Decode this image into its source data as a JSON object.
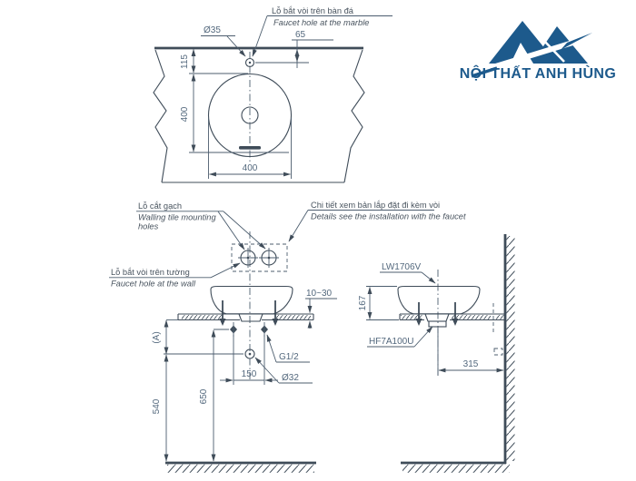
{
  "brand": {
    "name": "NỘI THẤT ANH HÙNG",
    "color": "#1d5a8c"
  },
  "drawing": {
    "top_view": {
      "note_vi": "Lỗ bắt vòi trên bàn đá",
      "note_en": "Faucet hole at the marble",
      "faucet_hole_dia": "Ø35",
      "faucet_offset": "65",
      "edge_to_rim": "115",
      "basin_depth": "400",
      "basin_width": "400"
    },
    "front_view": {
      "tile_note_vi": "Lỗ cắt gạch",
      "tile_note_en_line1": "Walling tile mounting",
      "tile_note_en_line2": "holes",
      "detail_note_vi": "Chi tiết xem bản lắp đặt đi kèm vòi",
      "detail_note_en": "Details see the installation with the faucet",
      "wall_note_vi": "Lỗ bắt vòi trên tường",
      "wall_note_en": "Faucet hole at the wall",
      "counter_thickness": "10~30",
      "dim_a": "(A)",
      "supply_thread": "G1/2",
      "drain_dia": "Ø32",
      "hole_spacing": "150",
      "supply_height": "650",
      "drain_height": "540"
    },
    "side_view": {
      "basin_model": "LW1706V",
      "drain_model": "HF7A100U",
      "basin_height": "167",
      "drain_to_wall": "315"
    }
  }
}
